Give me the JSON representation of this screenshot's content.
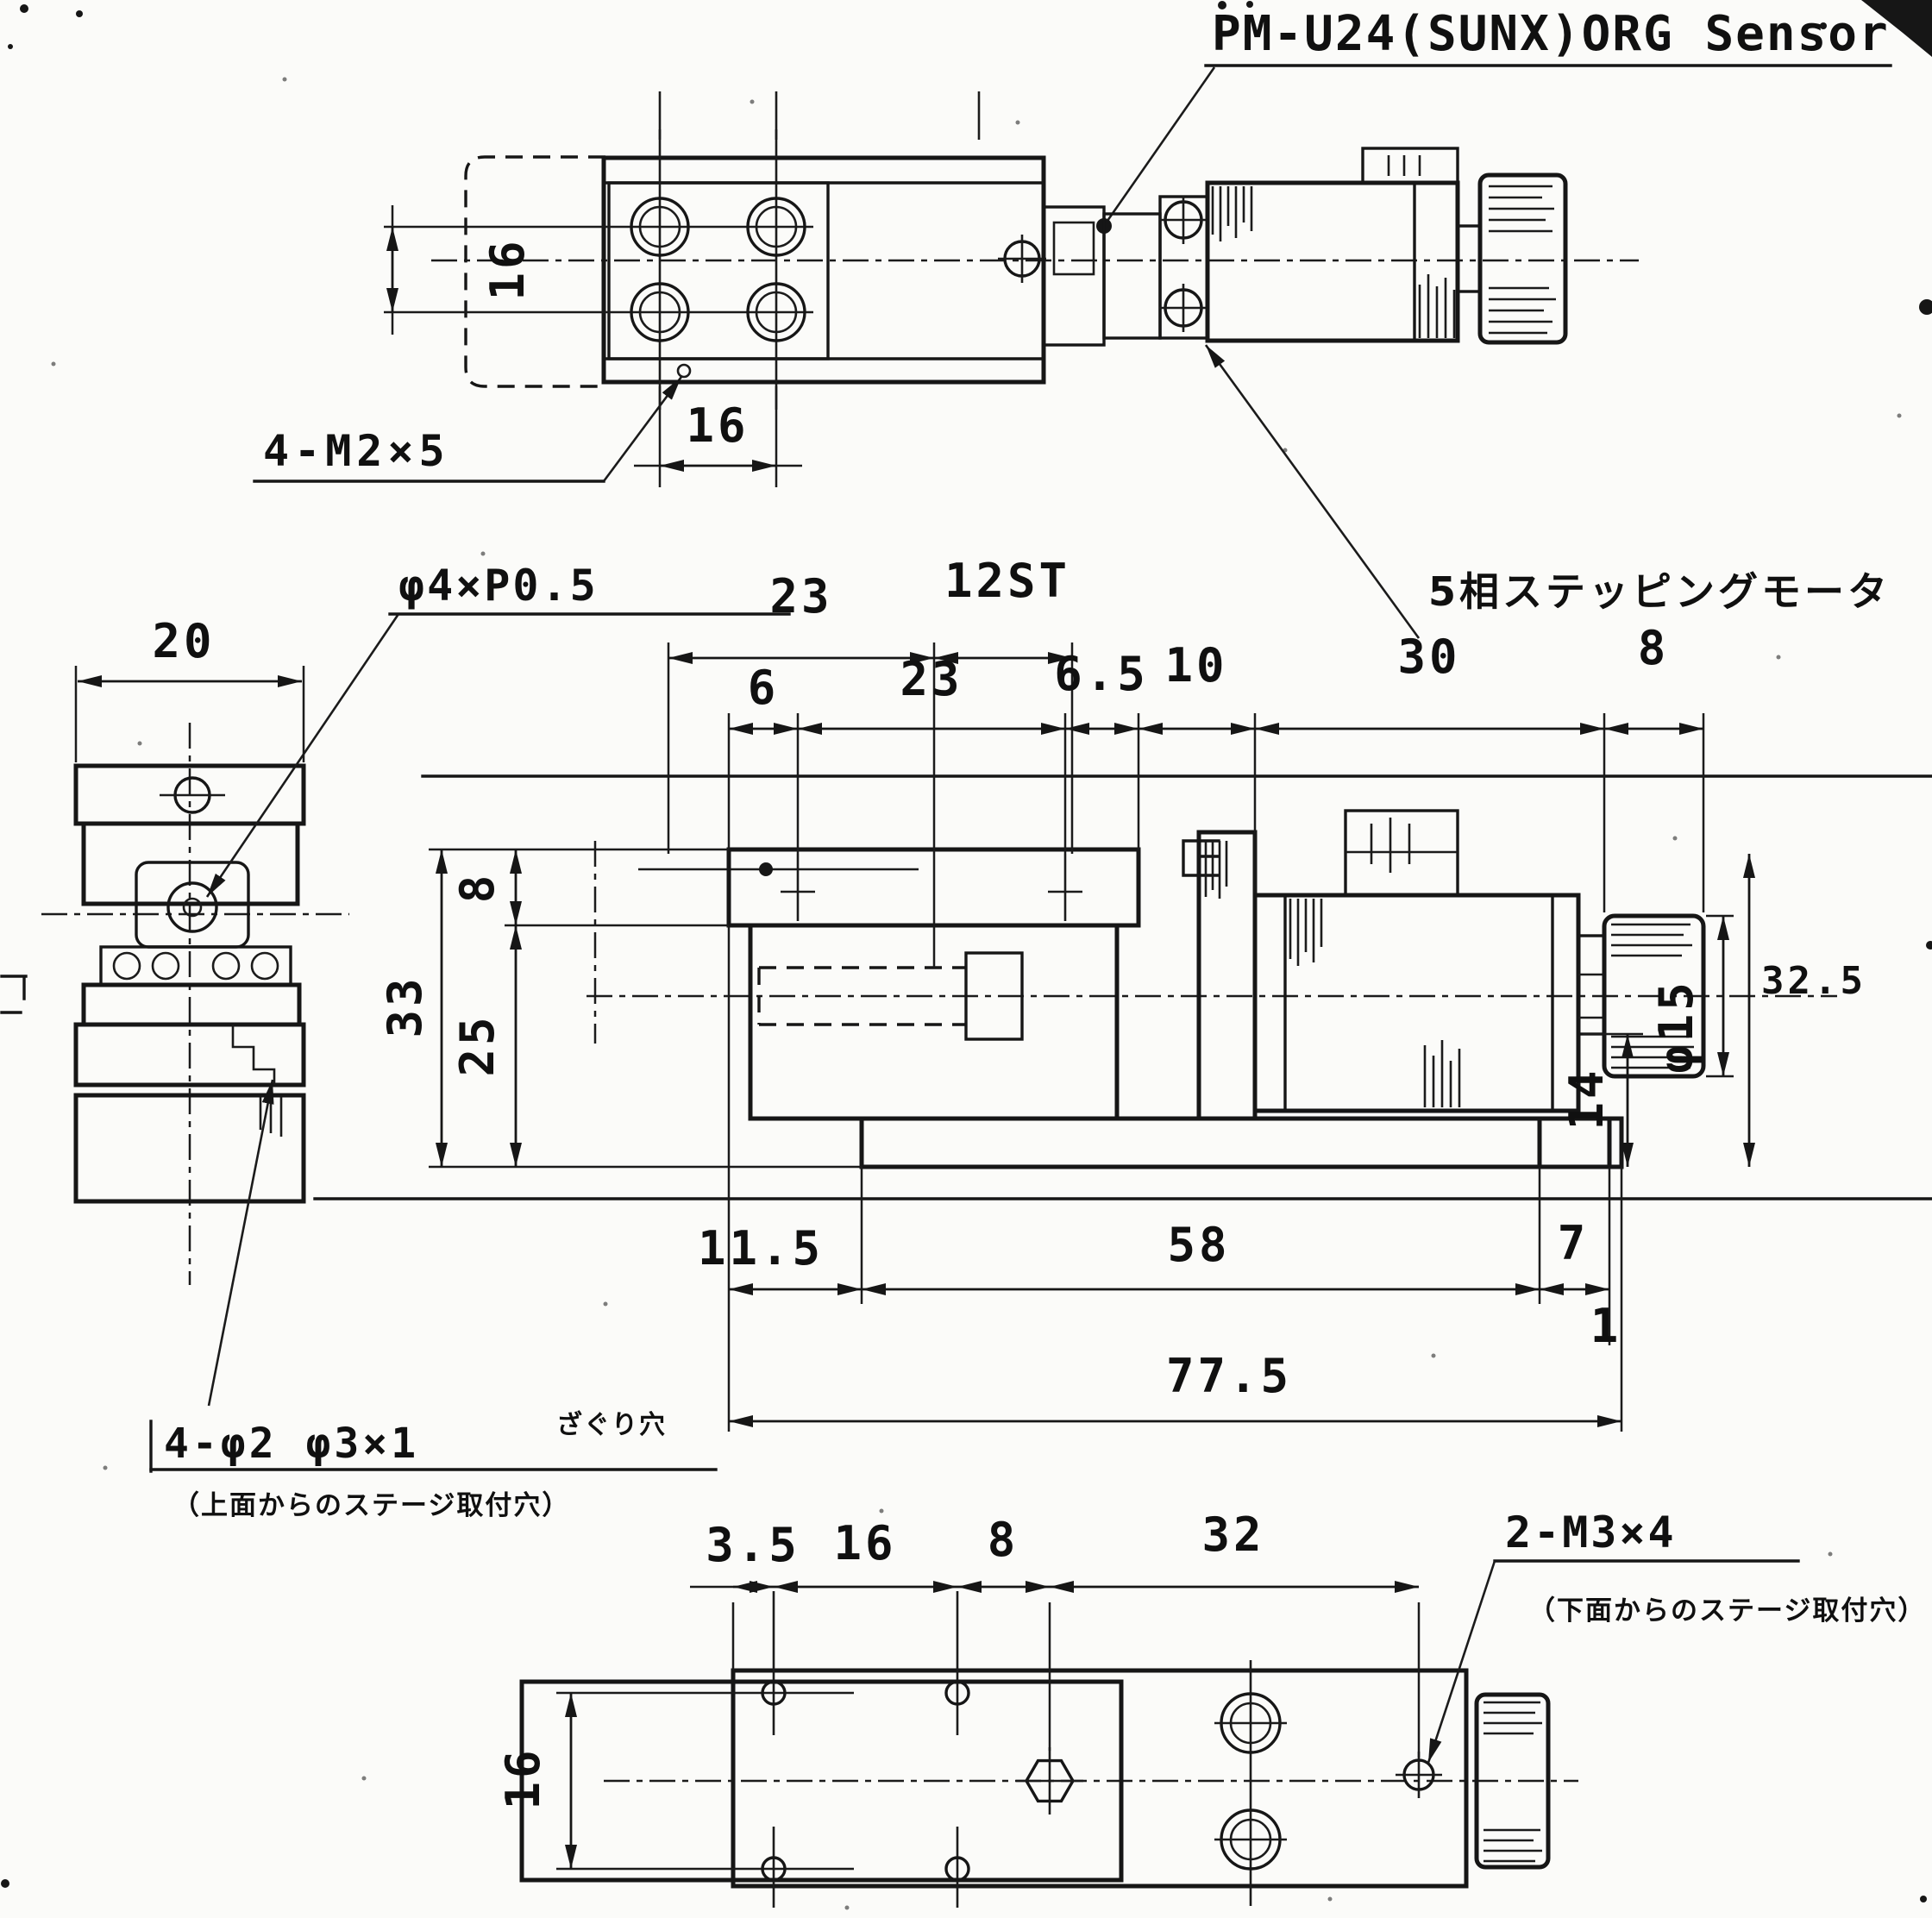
{
  "annotations": {
    "sensor_label": "PM-U24(SUNX)ORG Sensor",
    "motor_label": "5相ステッピングモータ"
  },
  "top_view": {
    "screw_label": "4-M2×5",
    "dim_row_spacing": "16",
    "dim_col_spacing": "16"
  },
  "side_view": {
    "dim_width": "20",
    "feed_screw_label": "φ4×P0.5",
    "counterbore_label": "4-φ2 φ3×1",
    "counterbore_note": "ざぐり穴",
    "counterbore_sub": "（上面からのステージ取付穴）"
  },
  "front_view": {
    "dim_hole_span": "23",
    "dim_stroke": "12ST",
    "dim_6": "6",
    "dim_23": "23",
    "dim_6_5": "6.5",
    "dim_10": "10",
    "dim_30": "30",
    "dim_8_knob": "8",
    "dim_plate": "8",
    "dim_33": "33",
    "dim_25": "25",
    "dim_32_5": "32.5",
    "dim_phi15": "φ15",
    "dim_14": "14",
    "dim_11_5": "11.5",
    "dim_58": "58",
    "dim_7": "7",
    "dim_1": "1",
    "dim_77_5": "77.5"
  },
  "bottom_view": {
    "dim_3_5": "3.5",
    "dim_16": "16",
    "dim_8": "8",
    "dim_32": "32",
    "dim_row_spacing": "16",
    "screw_label": "2-M3×4",
    "screw_sub": "（下面からのステージ取付穴）"
  }
}
